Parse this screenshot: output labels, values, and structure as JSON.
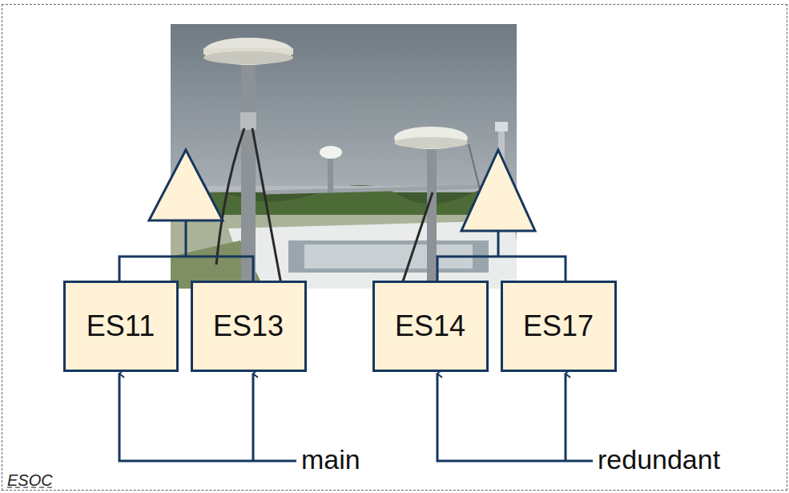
{
  "diagram": {
    "nodes": [
      {
        "text": [
          "ESOC"
        ]
      },
      {
        "text": [
          "ES11"
        ],
        "in": 0
      },
      {
        "text": [
          "ES13"
        ],
        "in": 0
      },
      {
        "text": [
          "ES14"
        ],
        "in": 0
      },
      {
        "text": [
          "ES17"
        ],
        "in": 0
      }
    ],
    "edges": [],
    "labels": [
      "main",
      "redundant"
    ]
  }
}
